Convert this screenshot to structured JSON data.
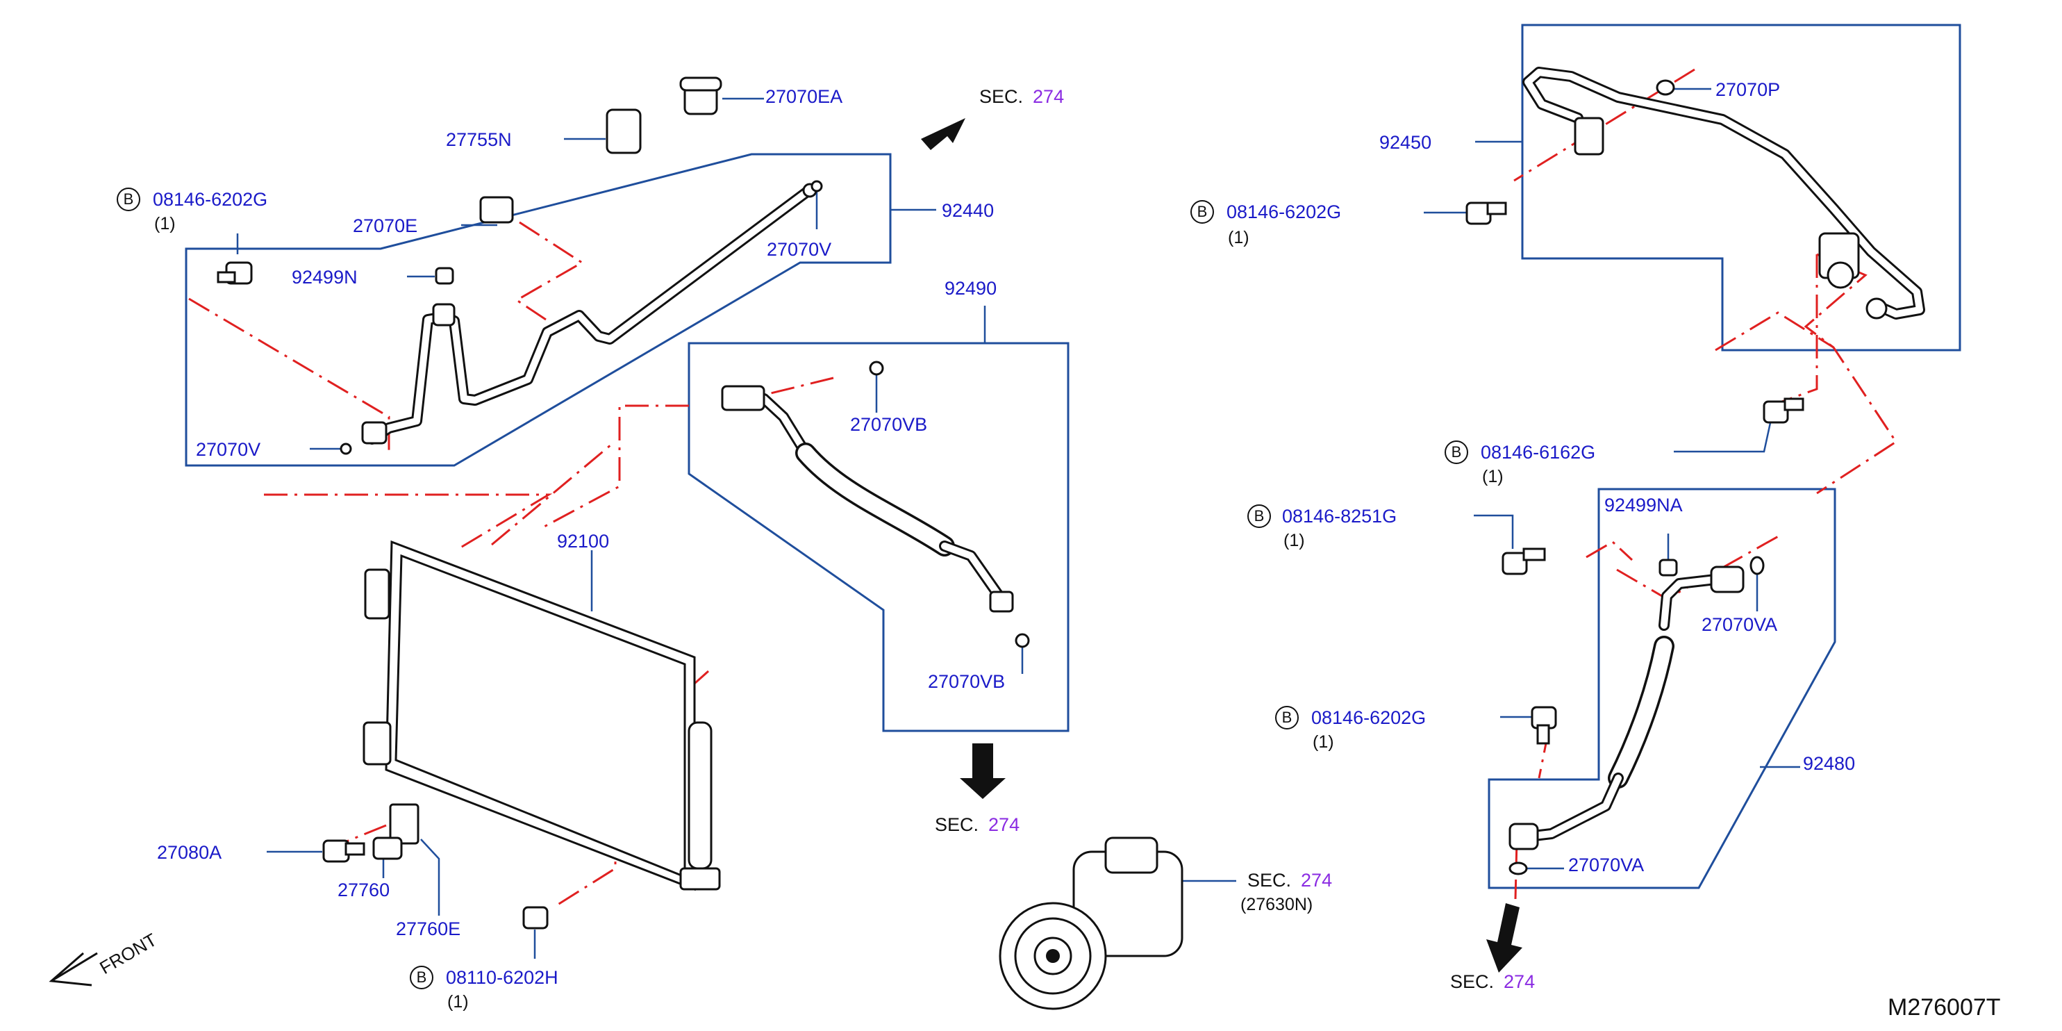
{
  "diagram_code": "M276007T",
  "front_label": "FRONT",
  "bolt_marker": "B",
  "colors": {
    "callout": "#1a1ac8",
    "frame": "#1f4e9c",
    "centerline": "#e02020",
    "sec_number": "#8a2be2"
  },
  "callouts": {
    "c27070EA": "27070EA",
    "c27755N": "27755N",
    "c27070E": "27070E",
    "c92440": "92440",
    "c27070V_top": "27070V",
    "c92499N": "92499N",
    "c27070V_left": "27070V",
    "c92490": "92490",
    "c27070VB_top": "27070VB",
    "c27070VB_bot": "27070VB",
    "c92100": "92100",
    "c27080A": "27080A",
    "c27760": "27760",
    "c27760E": "27760E",
    "c27070P": "27070P",
    "c92450": "92450",
    "c92499NA": "92499NA",
    "c27070VA_top": "27070VA",
    "c92480": "92480",
    "c27070VA_bot": "27070VA",
    "c27630N": "(27630N)"
  },
  "bolts": {
    "b1": {
      "part": "08146-6202G",
      "qty": "(1)"
    },
    "b2": {
      "part": "08110-6202H",
      "qty": "(1)"
    },
    "b3": {
      "part": "08146-6202G",
      "qty": "(1)"
    },
    "b4": {
      "part": "08146-6162G",
      "qty": "(1)"
    },
    "b5": {
      "part": "08146-8251G",
      "qty": "(1)"
    },
    "b6": {
      "part": "08146-6202G",
      "qty": "(1)"
    }
  },
  "sec_refs": {
    "s1": {
      "word": "SEC.",
      "num": "274"
    },
    "s2": {
      "word": "SEC.",
      "num": "274"
    },
    "s3": {
      "word": "SEC.",
      "num": "274"
    },
    "s4": {
      "word": "SEC.",
      "num": "274"
    }
  }
}
